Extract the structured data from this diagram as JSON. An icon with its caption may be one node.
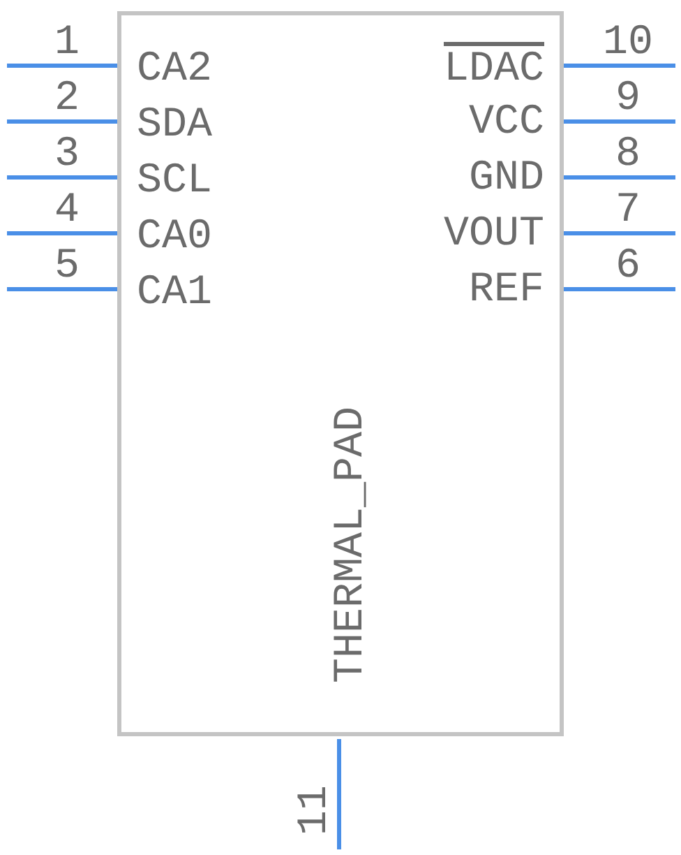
{
  "diagram": {
    "nodes": [
      {
        "text": [],
        "shape": "box"
      }
    ],
    "edges": [],
    "labels": [
      "1",
      "10",
      "CA2",
      "LDAC",
      "2",
      "9",
      "SDA",
      "VCC",
      "3",
      "8",
      "SCL",
      "GND",
      "4",
      "7",
      "CA0",
      "VOUT",
      "5",
      "6",
      "CA1",
      "REF",
      "THERMAL_PAD",
      "11"
    ]
  }
}
